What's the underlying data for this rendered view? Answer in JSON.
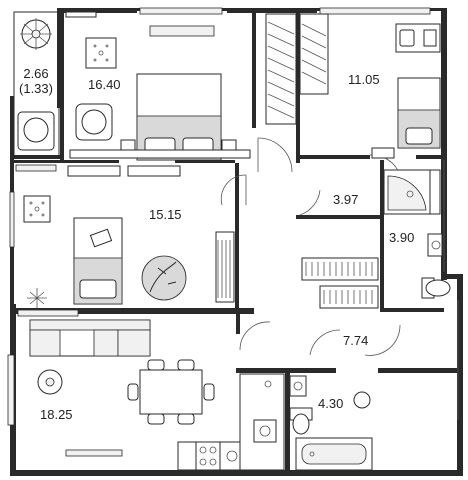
{
  "rooms": [
    {
      "id": "balcony",
      "label": "2.66",
      "sublabel": "(1.33)"
    },
    {
      "id": "bedroom-1",
      "label": "16.40"
    },
    {
      "id": "bedroom-2",
      "label": "11.05"
    },
    {
      "id": "corridor",
      "label": "3.97"
    },
    {
      "id": "bedroom-3",
      "label": "15.15"
    },
    {
      "id": "bathroom-1",
      "label": "3.90"
    },
    {
      "id": "hall",
      "label": "7.74"
    },
    {
      "id": "living-kitchen",
      "label": "18.25"
    },
    {
      "id": "bathroom-2",
      "label": "4.30"
    }
  ],
  "colors": {
    "wall": "#2a2a2a",
    "text": "#222222",
    "furniture_fill": "#d9d9d9",
    "background": "#ffffff"
  },
  "icons": [
    "plant-icon",
    "armchair-icon",
    "bed-icon",
    "desk-icon",
    "wardrobe-icon",
    "bathtub-icon",
    "shower-icon",
    "toilet-icon",
    "sink-icon",
    "stove-icon",
    "dining-table-icon",
    "sofa-icon",
    "rug-icon"
  ]
}
